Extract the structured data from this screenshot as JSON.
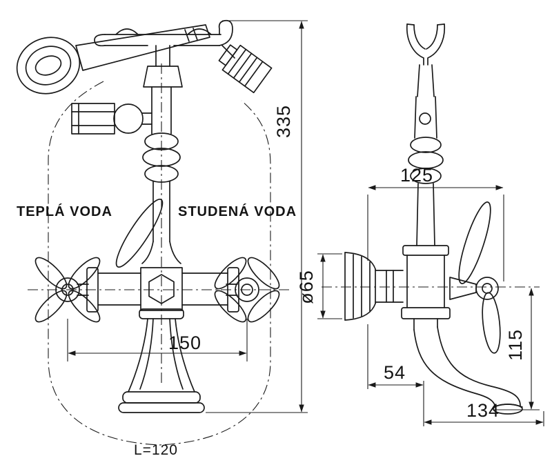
{
  "title": "Bath mixer tap technical drawing",
  "front_view": {
    "label_hot_water": "TEPLÁ VODA",
    "label_cold_water": "STUDENÁ VODA",
    "dim_total_height": "335",
    "dim_handle_centers": "150",
    "dim_hose_length": "L=120"
  },
  "side_view": {
    "dim_overall_width": "125",
    "dim_flange_diameter": "ø65",
    "dim_wall_to_axis": "54",
    "dim_outlet_height": "115",
    "dim_spout_reach": "134"
  },
  "colors": {
    "line": "#1a1a1a",
    "background": "#ffffff"
  }
}
